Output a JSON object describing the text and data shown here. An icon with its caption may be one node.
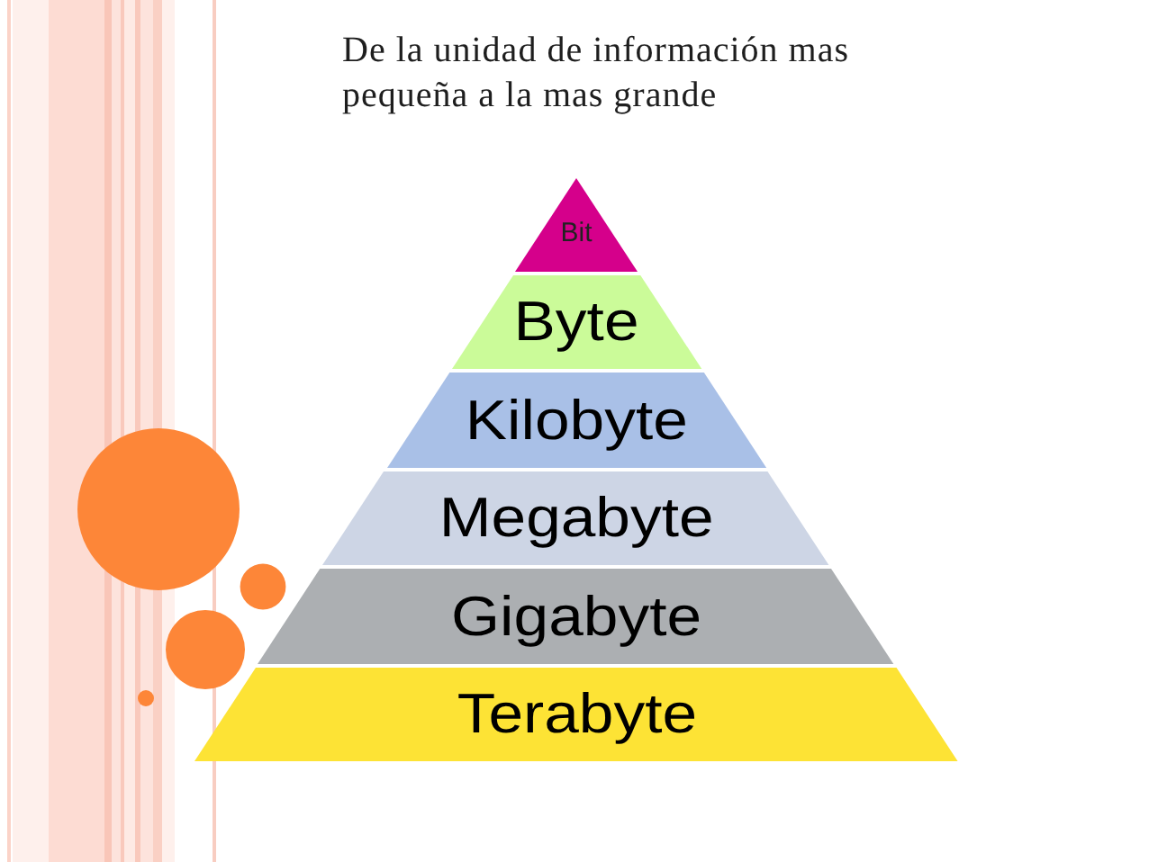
{
  "diagram": {
    "title": "De la unidad de información mas pequeña a la mas grande",
    "nodes": [
      {
        "text": [
          "Bit"
        ]
      },
      {
        "text": [
          "Byte"
        ]
      },
      {
        "text": [
          "Kilobyte"
        ]
      },
      {
        "text": [
          "Megabyte"
        ]
      },
      {
        "text": [
          "Gigabyte"
        ]
      },
      {
        "text": [
          "Terabyte"
        ]
      }
    ]
  }
}
